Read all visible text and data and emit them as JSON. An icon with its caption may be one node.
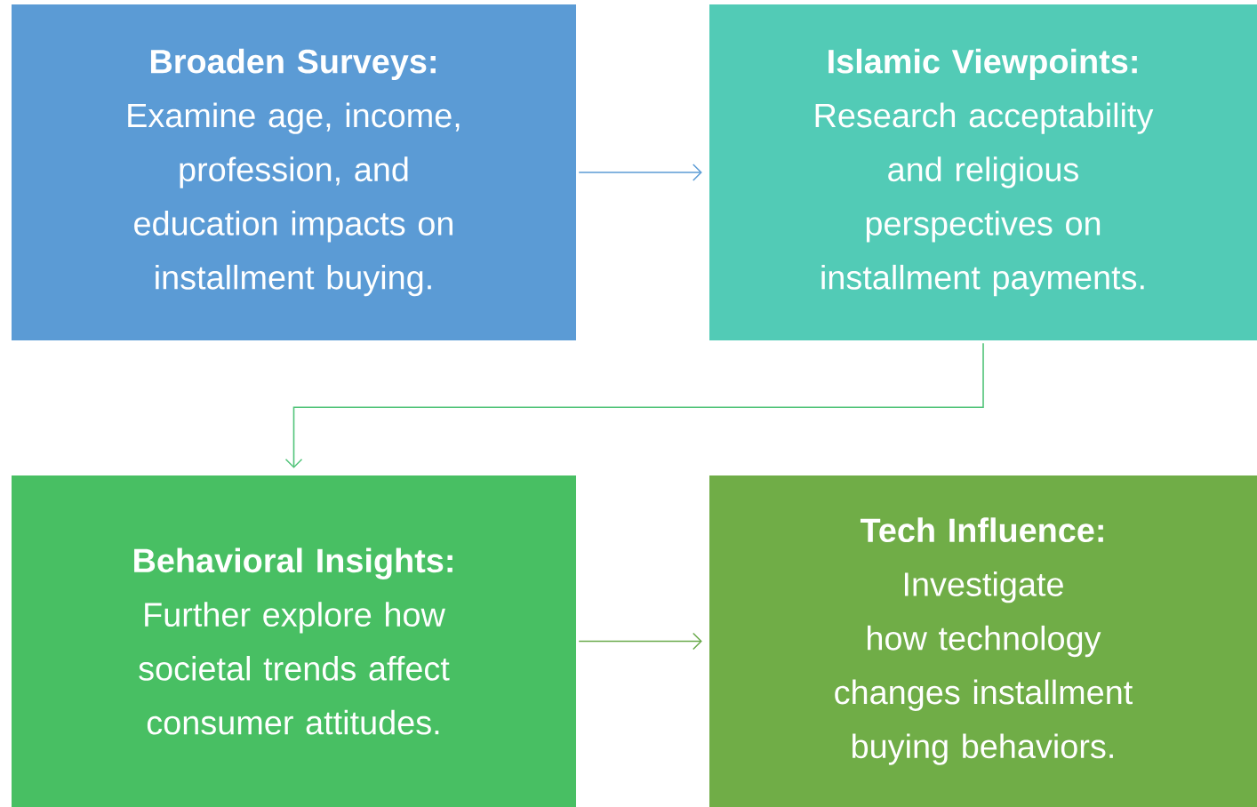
{
  "diagram": {
    "nodes": [
      {
        "text": [
          "Broaden Surveys:",
          "Examine age, income, profession, and education impacts on installment buying."
        ]
      },
      {
        "text": [
          "Islamic Viewpoints:",
          "Research acceptability and religious perspectives on installment payments."
        ]
      },
      {
        "text": [
          "Behavioral Insights:",
          "Further explore how societal trends affect consumer attitudes."
        ]
      },
      {
        "text": [
          "Tech Influence:",
          "Investigate how technology changes installment buying behaviors."
        ]
      }
    ],
    "edges": [
      {
        "from": 0,
        "to": 1,
        "arrow": "to",
        "color": "#5b9bd5"
      },
      {
        "from": 1,
        "to": 2,
        "arrow": "to",
        "color": "#52c47a"
      },
      {
        "from": 2,
        "to": 3,
        "arrow": "to",
        "color": "#6aaa4c"
      }
    ]
  }
}
